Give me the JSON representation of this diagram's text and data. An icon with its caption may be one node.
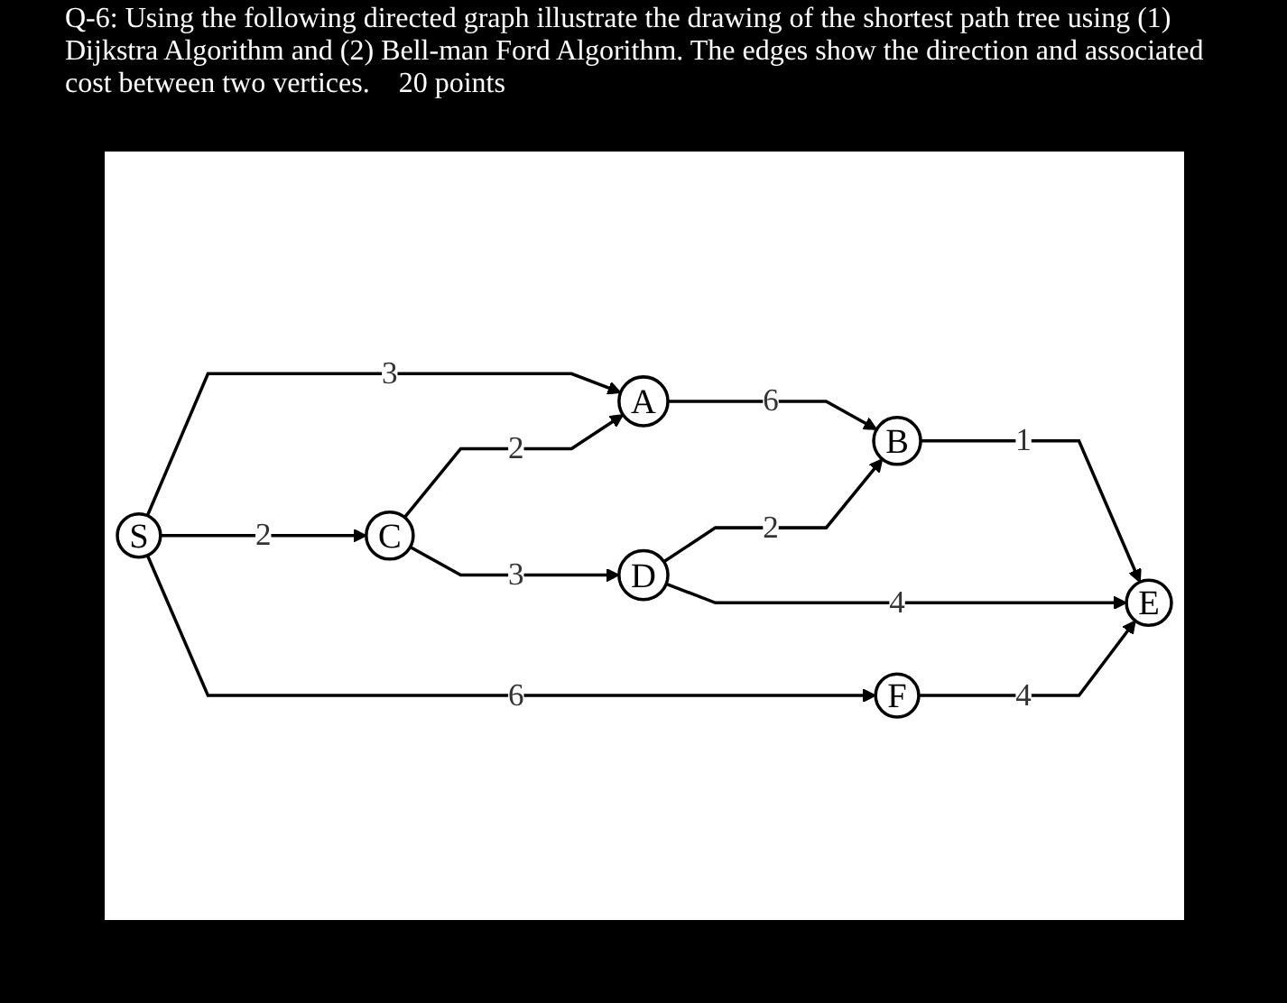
{
  "diagram": {
    "title": "Q-6: Using the following directed graph illustrate the drawing of the shortest path tree using (1) Dijkstra Algorithm and (2) Bell-man Ford Algorithm. The edges show the direction and associated cost between two vertices.",
    "nodes": [
      {
        "text": [
          "A"
        ]
      },
      {
        "text": [
          "B"
        ]
      },
      {
        "text": [
          "S"
        ]
      },
      {
        "text": [
          "C"
        ]
      },
      {
        "text": [
          "D"
        ]
      },
      {
        "text": [
          "E"
        ]
      },
      {
        "text": [
          "F"
        ]
      }
    ],
    "edges": [
      {
        "from": 0,
        "to": 1,
        "arrow": "to",
        "label": "6"
      },
      {
        "from": 2,
        "to": 0,
        "arrow": "to",
        "label": "3"
      },
      {
        "from": 3,
        "to": 0,
        "arrow": "to",
        "label": "2"
      },
      {
        "from": 4,
        "to": 1,
        "arrow": "to",
        "label": "2"
      },
      {
        "from": 1,
        "to": 5,
        "arrow": "to",
        "label": "1"
      },
      {
        "from": 2,
        "to": 3,
        "arrow": "to",
        "label": "2"
      },
      {
        "from": 3,
        "to": 4,
        "arrow": "to",
        "label": "3"
      },
      {
        "from": 4,
        "to": 5,
        "arrow": "to",
        "label": "4"
      },
      {
        "from": 2,
        "to": 6,
        "arrow": "to",
        "label": "6"
      },
      {
        "from": 6,
        "to": 5,
        "arrow": "to",
        "label": "4"
      }
    ],
    "labels": [
      "20 points"
    ]
  }
}
